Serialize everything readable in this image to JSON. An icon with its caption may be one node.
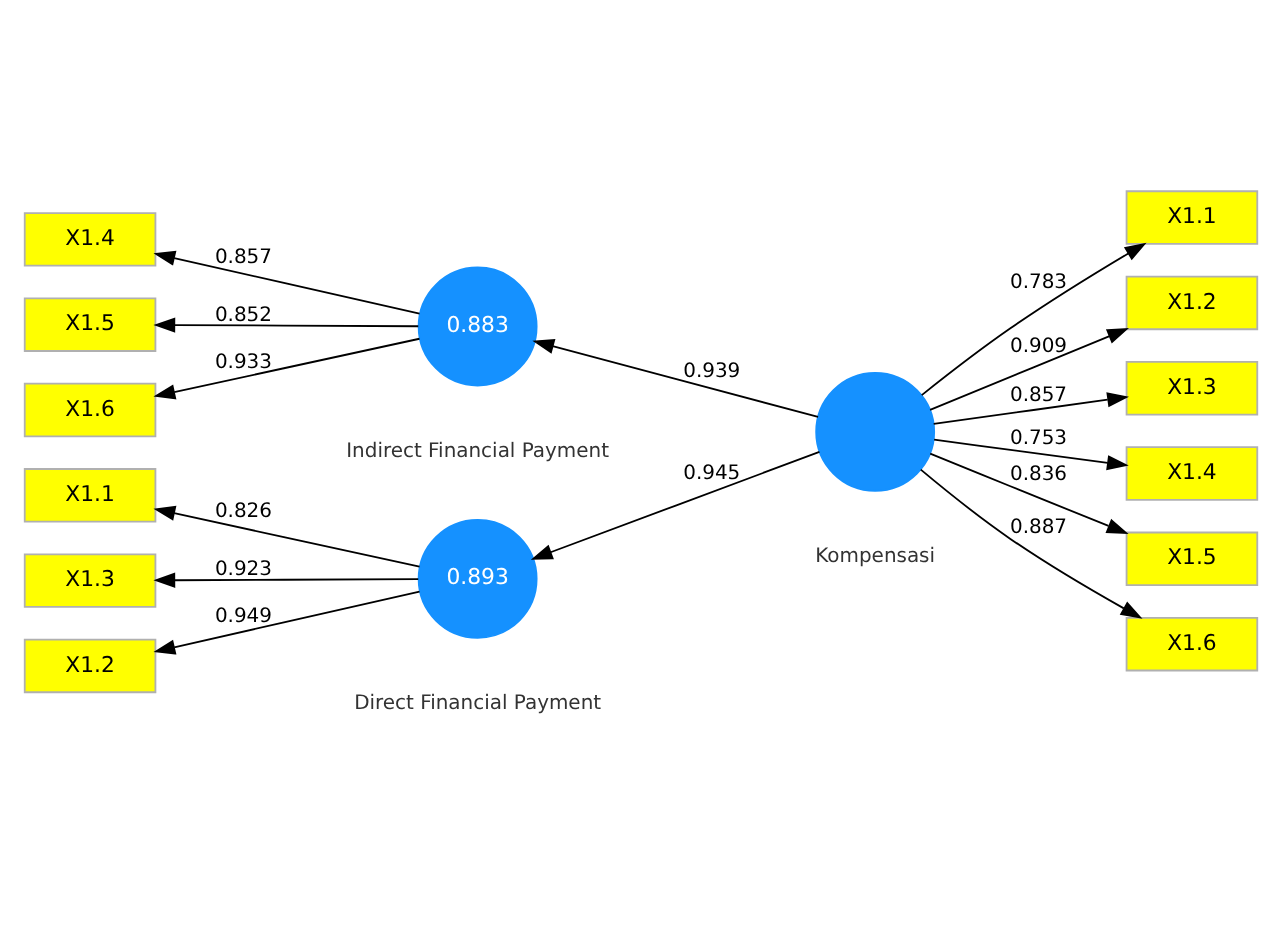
{
  "diagram": {
    "nodes": [
      {
        "text": [
          "X1.1"
        ]
      },
      {
        "text": [
          "X1.2"
        ]
      },
      {
        "text": [
          "X1.3"
        ]
      },
      {
        "text": [
          "0.893"
        ],
        "beside": [
          "Direct Financial Payment"
        ]
      },
      {
        "text": [],
        "shape": "circle",
        "beside": [
          "Kompensasi"
        ]
      },
      {
        "text": [
          "X1.1"
        ]
      },
      {
        "text": [
          "X1.2"
        ]
      },
      {
        "text": [
          "X1.3"
        ]
      },
      {
        "text": [
          "X1.4"
        ]
      },
      {
        "text": [
          "X1.5"
        ]
      },
      {
        "text": [
          "X1.6"
        ]
      },
      {
        "text": [
          "X1.4"
        ]
      },
      {
        "text": [
          "X1.5"
        ]
      },
      {
        "text": [
          "X1.6"
        ]
      },
      {
        "text": [
          "0.883"
        ],
        "beside": [
          "Indirect Financial Payment"
        ]
      }
    ],
    "edges": [
      {
        "from": 3,
        "to": 0,
        "arrow": "to",
        "label": "0.826"
      },
      {
        "from": 3,
        "to": 1,
        "arrow": "to",
        "label": "0.949"
      },
      {
        "from": 3,
        "to": 2,
        "arrow": "to",
        "label": "0.923"
      },
      {
        "from": 4,
        "to": 3,
        "arrow": "to",
        "label": "0.945"
      },
      {
        "from": 4,
        "to": 14,
        "arrow": "to",
        "label": "0.939"
      },
      {
        "from": 4,
        "to": 5,
        "arrow": "to",
        "label": "0.783"
      },
      {
        "from": 4,
        "to": 6,
        "arrow": "to",
        "label": "0.909"
      },
      {
        "from": 4,
        "to": 7,
        "arrow": "to",
        "label": "0.857"
      },
      {
        "from": 4,
        "to": 8,
        "arrow": "to",
        "label": "0.753"
      },
      {
        "from": 4,
        "to": 9,
        "arrow": "to",
        "label": "0.836"
      },
      {
        "from": 4,
        "to": 10,
        "arrow": "to",
        "label": "0.887"
      },
      {
        "from": 14,
        "to": 11,
        "arrow": "to",
        "label": "0.857"
      },
      {
        "from": 14,
        "to": 12,
        "arrow": "to",
        "label": "0.852"
      },
      {
        "from": 14,
        "to": 13,
        "arrow": "to",
        "label": "0.933"
      }
    ]
  }
}
